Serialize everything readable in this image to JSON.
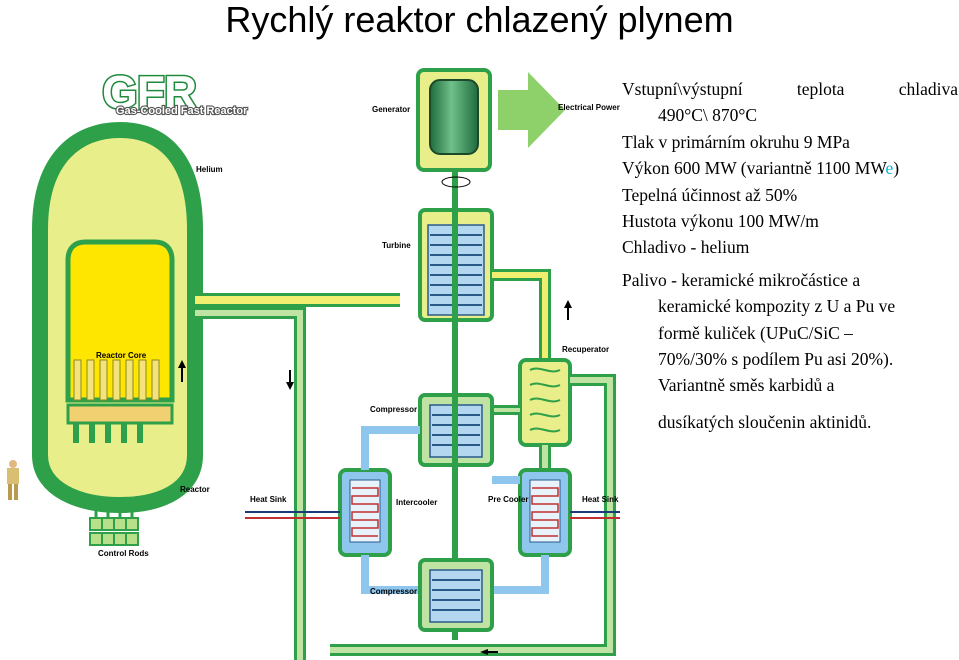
{
  "title": "Rychlý reaktor chlazený plynem",
  "logo": {
    "letters": "GFR",
    "subtitle": "Gas-Cooled Fast Reactor"
  },
  "labels": {
    "generator": "Generator",
    "electrical_power": "Electrical Power",
    "helium": "Helium",
    "turbine": "Turbine",
    "reactor_core": "Reactor Core",
    "recuperator": "Recuperator",
    "compressor_upper": "Compressor",
    "reactor": "Reactor",
    "heat_sink_left": "Heat Sink",
    "intercooler": "Intercooler",
    "pre_cooler": "Pre Cooler",
    "heat_sink_right": "Heat Sink",
    "compressor_lower": "Compressor",
    "control_rods": "Control Rods"
  },
  "info": {
    "line1_a": "Vstupní\\výstupní",
    "line1_b": "teplota",
    "line1_c": "chladiva",
    "line2": "490°C\\ 870°C",
    "line3": "Tlak v primárním okruhu 9 MPa",
    "line4_a": "Výkon 600 MW  (variantně 1100 MW",
    "line4_e": "e",
    "line4_b": ")",
    "line5": "Tepelná účinnost až 50%",
    "line6": "Hustota výkonu 100 MW/m",
    "line7": "Chladivo - helium",
    "line8": "Palivo - keramické mikročástice a",
    "line9": "keramické kompozity z U a Pu ve",
    "line10": "formě kuliček (UPuC/SiC –",
    "line11": "70%/30% s podílem Pu asi 20%).",
    "line12": "Variantně směs karbidů a",
    "line13": "dusíkatých sloučenin aktinidů."
  },
  "colors": {
    "vessel_green": "#2ea04a",
    "vessel_fill": "#e8ef8a",
    "core_yellow": "#ffe600",
    "hot_pipe": "#f2ee70",
    "cool_pipe": "#bfe3a3",
    "cold_pipe": "#8fc6ee",
    "generator": "#2f8f55",
    "arrow_green": "#8ed06a"
  }
}
